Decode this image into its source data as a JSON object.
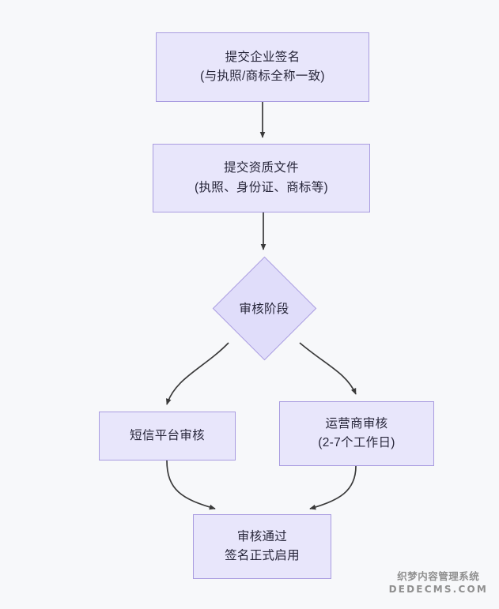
{
  "diagram": {
    "type": "flowchart",
    "title": "",
    "colors": {
      "background": "#f7f8fa",
      "node_fill": "#e8e6fb",
      "node_border": "#a99ce0",
      "decision_fill": "#e0ddfa",
      "edge_stroke": "#3a3a3a",
      "text": "#27263a"
    },
    "nodes": [
      {
        "id": "start",
        "shape": "rectangle",
        "lines": [
          "提交企业签名",
          "(与执照/商标全称一致)"
        ]
      },
      {
        "id": "docs",
        "shape": "rectangle",
        "lines": [
          "提交资质文件",
          "(执照、身份证、商标等)"
        ]
      },
      {
        "id": "review",
        "shape": "diamond",
        "lines": [
          "审核阶段"
        ]
      },
      {
        "id": "sms",
        "shape": "rectangle",
        "lines": [
          "短信平台审核"
        ]
      },
      {
        "id": "carrier",
        "shape": "rectangle",
        "lines": [
          "运营商审核",
          "(2-7个工作日)"
        ]
      },
      {
        "id": "approved",
        "shape": "rectangle",
        "lines": [
          "审核通过",
          "签名正式启用"
        ]
      }
    ],
    "edges": [
      {
        "from": "start",
        "to": "docs",
        "label": "",
        "style": "straight-arrow"
      },
      {
        "from": "docs",
        "to": "review",
        "label": "",
        "style": "straight-arrow"
      },
      {
        "from": "review",
        "to": "sms",
        "label": "",
        "style": "curved-arrow"
      },
      {
        "from": "review",
        "to": "carrier",
        "label": "",
        "style": "curved-arrow"
      },
      {
        "from": "sms",
        "to": "approved",
        "label": "",
        "style": "curved-arrow"
      },
      {
        "from": "carrier",
        "to": "approved",
        "label": "",
        "style": "curved-arrow"
      }
    ]
  },
  "watermark": {
    "cn": "织梦内容管理系统",
    "en": "DEDECMS.COM"
  }
}
